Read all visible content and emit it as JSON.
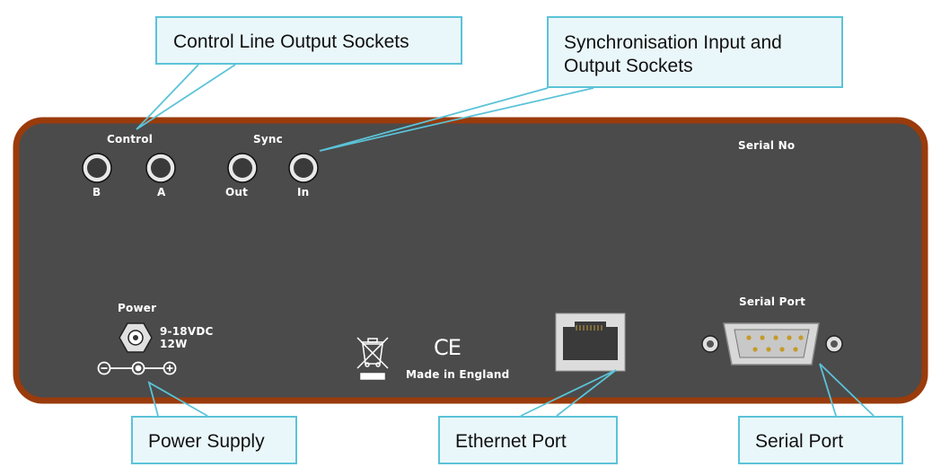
{
  "callouts": {
    "control": "Control Line Output Sockets",
    "sync_line1": "Synchronisation Input and",
    "sync_line2": "Output Sockets",
    "power": "Power Supply",
    "ethernet": "Ethernet Port",
    "serial": "Serial Port"
  },
  "panel": {
    "control_label": "Control",
    "sync_label": "Sync",
    "socket_b": "B",
    "socket_a": "A",
    "socket_out": "Out",
    "socket_in": "In",
    "serial_no": "Serial No",
    "power_label": "Power",
    "power_rating_line1": "9-18VDC",
    "power_rating_line2": "12W",
    "made_in": "Made in England",
    "serial_port_label": "Serial Port",
    "ce_mark": "CE"
  },
  "colors": {
    "panel_fill": "#4b4b4b",
    "panel_border": "#9a3b0c",
    "callout_fill": "#eaf7fa",
    "callout_border": "#5bc3d8"
  }
}
